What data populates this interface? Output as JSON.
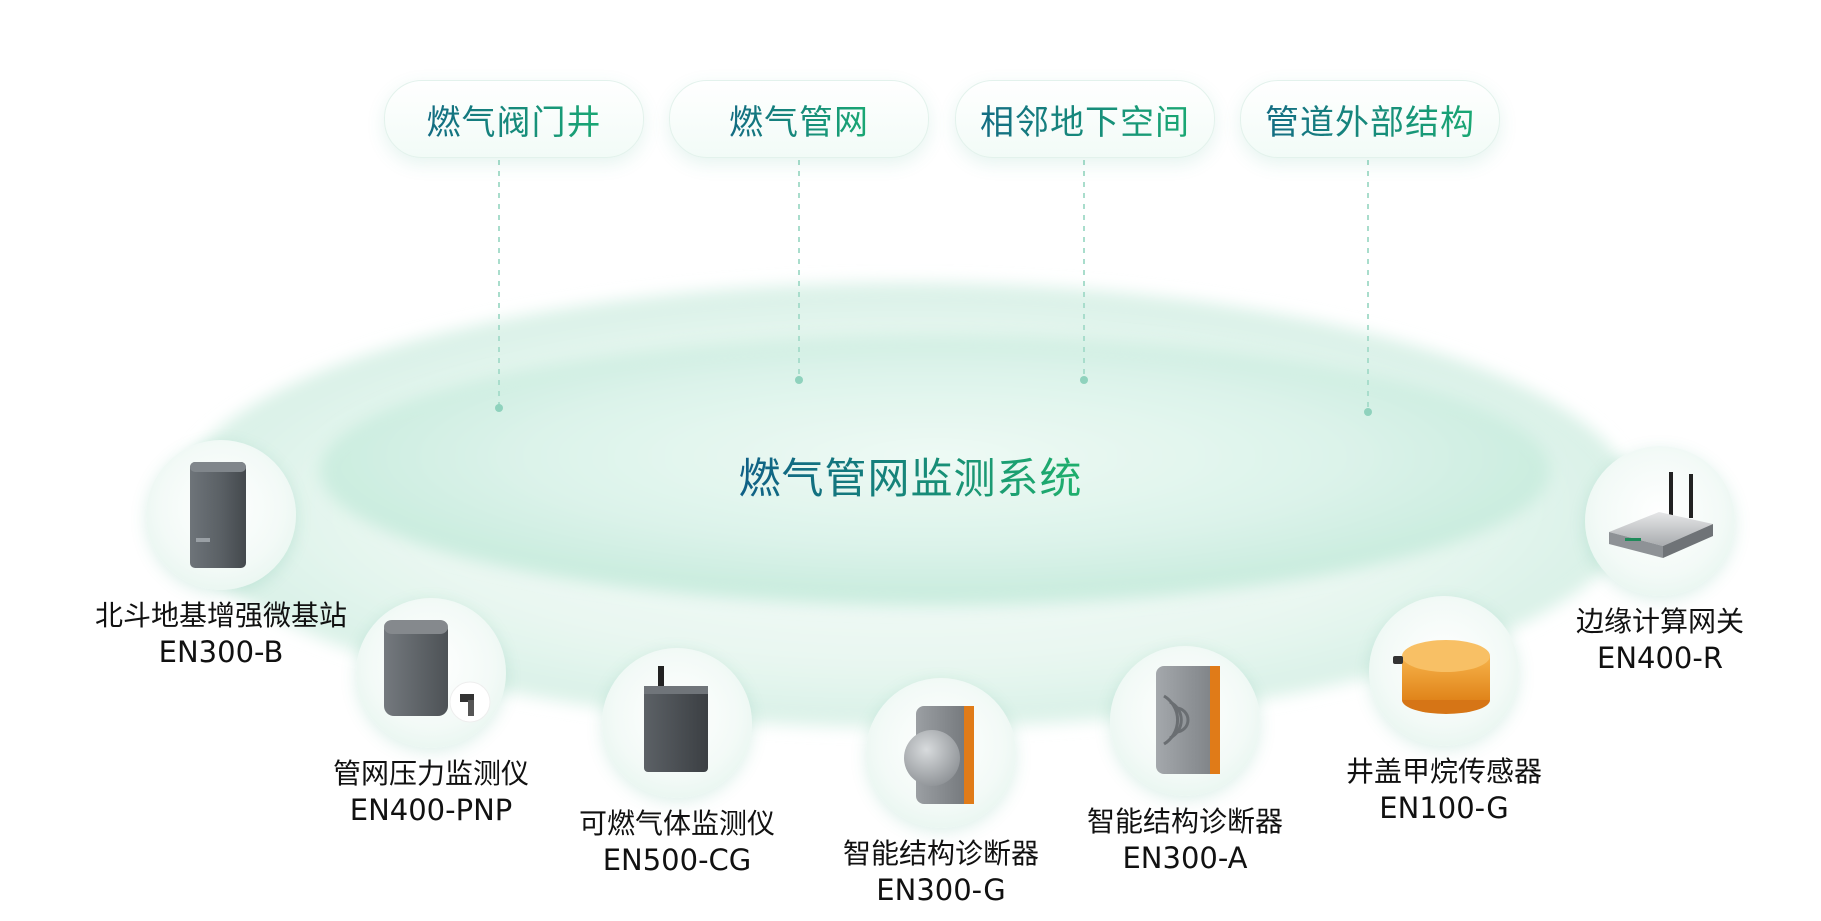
{
  "scenes": [
    {
      "label": "燃气阀门井"
    },
    {
      "label": "燃气管网"
    },
    {
      "label": "相邻地下空间"
    },
    {
      "label": "管道外部结构"
    }
  ],
  "system_title": "燃气管网监测系统",
  "devices": [
    {
      "name": "北斗地基增强微基站",
      "model": "EN300-B",
      "icon": "gray-box-icon"
    },
    {
      "name": "管网压力监测仪",
      "model": "EN400-PNP",
      "icon": "pressure-gauge-icon"
    },
    {
      "name": "可燃气体监测仪",
      "model": "EN500-CG",
      "icon": "gas-detector-icon"
    },
    {
      "name": "智能结构诊断器",
      "model": "EN300-G",
      "icon": "structure-diagnoser-knob-icon"
    },
    {
      "name": "智能结构诊断器",
      "model": "EN300-A",
      "icon": "structure-diagnoser-icon"
    },
    {
      "name": "井盖甲烷传感器",
      "model": "EN100-G",
      "icon": "orange-methane-sensor-icon"
    },
    {
      "name": "边缘计算网关",
      "model": "EN400-R",
      "icon": "router-gateway-icon"
    }
  ],
  "colors": {
    "accent_teal": "#136c83",
    "accent_green": "#1aa873",
    "ring_glow": "#bfe9d9",
    "sensor_orange": "#f39c1f"
  }
}
